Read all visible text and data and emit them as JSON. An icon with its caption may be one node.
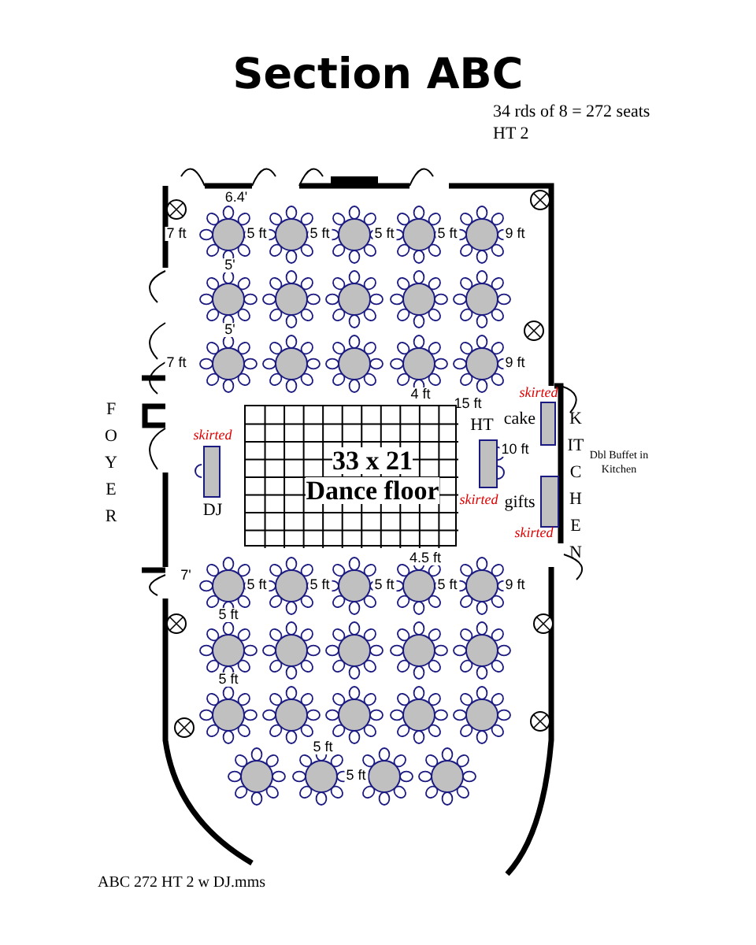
{
  "diagram": {
    "title": "Section ABC",
    "caption": "ABC 272 HT 2 w DJ.mms",
    "nodes": [
      {
        "text": [
          "33 x 21",
          "Dance floor"
        ]
      },
      {
        "text": [
          "DJ"
        ],
        "beside": [
          "skirted"
        ]
      },
      {
        "text": [
          "HT"
        ],
        "beside": [
          "skirted"
        ]
      },
      {
        "text": [
          "cake"
        ],
        "beside": [
          "skirted"
        ]
      },
      {
        "text": [
          "gifts"
        ],
        "beside": [
          "skirted"
        ]
      }
    ],
    "edges": [],
    "labels": [
      "34 rds of 8 = 272 seats",
      "HT 2",
      "6.4'",
      "7 ft",
      "5 ft",
      "5 ft",
      "5 ft",
      "5 ft",
      "9 ft",
      "5'",
      "5'",
      "7 ft",
      "9 ft",
      "4 ft",
      "15 ft",
      "FOYER",
      "Dbl Buffet in Kitchen",
      "KITCHEN",
      "10 ft",
      "4.5 ft",
      "7'",
      "5 ft",
      "5 ft",
      "5 ft",
      "5 ft",
      "9 ft",
      "5 ft",
      "5 ft",
      "5 ft",
      "5 ft"
    ]
  }
}
